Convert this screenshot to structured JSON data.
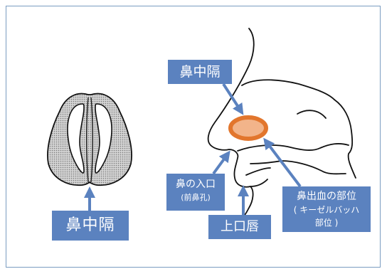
{
  "labels": {
    "septum_left": "鼻中隔",
    "septum_right": "鼻中隔",
    "nostril_main": "鼻の入口",
    "nostril_sub": "(前鼻孔)",
    "upper_lip": "上口唇",
    "bleeding_main": "鼻出血の部位",
    "bleeding_sub1": "( キーゼルバッハ",
    "bleeding_sub2": "部位 )"
  },
  "colors": {
    "label_bg": "#5b82bf",
    "arrow": "#5b82bf",
    "outline": "#111111",
    "fill_stipple": "#c9c9c9",
    "bleed_ring": "#e2762d",
    "bleed_fill": "#f2b48a",
    "frame_border": "#7a9cc0"
  }
}
